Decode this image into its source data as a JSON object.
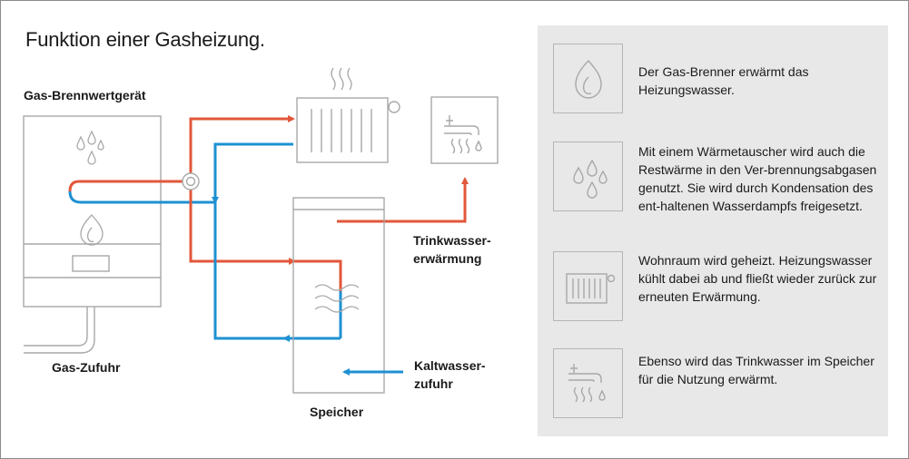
{
  "title": "Funktion einer Gasheizung.",
  "labels": {
    "boiler": "Gas-Brennwertgerät",
    "gas_supply": "Gas-Zufuhr",
    "storage": "Speicher",
    "drinking_water_line1": "Trinkwasser-",
    "drinking_water_line2": "erwärmung",
    "cold_water_line1": "Kaltwasser-",
    "cold_water_line2": "zufuhr"
  },
  "colors": {
    "hot": "#e2573a",
    "cold": "#1e90d2",
    "outline": "#a8a8a8",
    "panel": "#e8e8e8"
  },
  "steps": [
    {
      "icon": "flame-icon",
      "text": "Der Gas-Brenner erwärmt das Heizungswasser."
    },
    {
      "icon": "water-drops-icon",
      "text": "Mit einem Wärmetauscher wird auch die Restwärme in den Ver-brennungsabgasen genutzt. Sie wird durch Kondensation des ent-haltenen Wasserdampfs freigesetzt."
    },
    {
      "icon": "radiator-icon",
      "text": "Wohnraum wird geheizt. Heizungswasser kühlt dabei ab und fließt wieder zurück zur erneuten Erwärmung."
    },
    {
      "icon": "tap-icon",
      "text": "Ebenso wird das Trinkwasser im Speicher für die Nutzung erwärmt."
    }
  ]
}
